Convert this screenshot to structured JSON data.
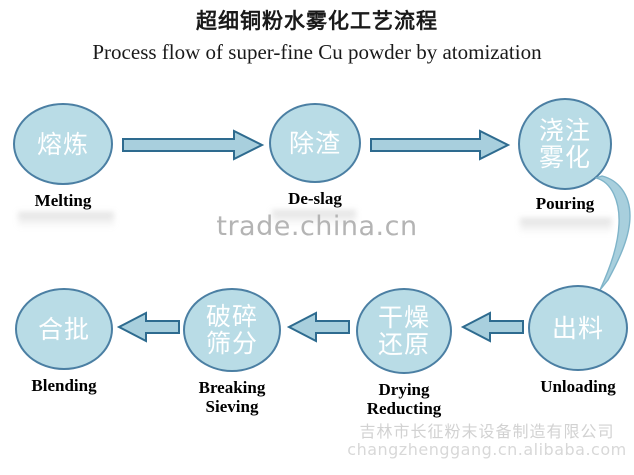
{
  "title": {
    "cn": "超细铜粉水雾化工艺流程",
    "en": "Process flow of super-fine Cu powder by atomization"
  },
  "colors": {
    "circle_fill": "#b9dce6",
    "circle_border": "#4b7fa3",
    "arrow_fill": "#a8cfdd",
    "arrow_border": "#2e6b8f",
    "circle_text": "#ffffff",
    "label_text": "#000000",
    "watermark": "#b4b4b4",
    "background": "#ffffff"
  },
  "rows": [
    {
      "id": "row-1",
      "direction": "left-to-right",
      "nodes": [
        {
          "id": "melting",
          "cn": "熔炼",
          "en": "Melting"
        },
        {
          "id": "de-slag",
          "cn": "除渣",
          "en": "De-slag"
        },
        {
          "id": "pouring",
          "cn": "浇注\n雾化",
          "en": "Pouring"
        }
      ]
    },
    {
      "id": "row-2",
      "direction": "right-to-left",
      "nodes": [
        {
          "id": "blending",
          "cn": "合批",
          "en": "Blending"
        },
        {
          "id": "breaking",
          "cn": "破碎\n筛分",
          "en": "Breaking\nSieving"
        },
        {
          "id": "drying",
          "cn": "干燥\n还原",
          "en": "Drying\nReducting"
        },
        {
          "id": "unloading",
          "cn": "出料",
          "en": "Unloading"
        }
      ]
    }
  ],
  "connectors": [
    {
      "id": "arrow-melting-to-deslag",
      "icon": "arrow-right-icon"
    },
    {
      "id": "arrow-deslag-to-pouring",
      "icon": "arrow-right-icon"
    },
    {
      "id": "arrow-pouring-to-unloading",
      "icon": "curved-arrow-down-icon"
    },
    {
      "id": "arrow-unloading-to-drying",
      "icon": "arrow-left-icon"
    },
    {
      "id": "arrow-drying-to-breaking",
      "icon": "arrow-left-icon"
    },
    {
      "id": "arrow-breaking-to-blending",
      "icon": "arrow-left-icon"
    }
  ],
  "watermarks": {
    "center": "trade.china.cn",
    "company": "吉林市长征粉末设备制造有限公司",
    "url": "changzhenggang.cn.alibaba.com"
  }
}
